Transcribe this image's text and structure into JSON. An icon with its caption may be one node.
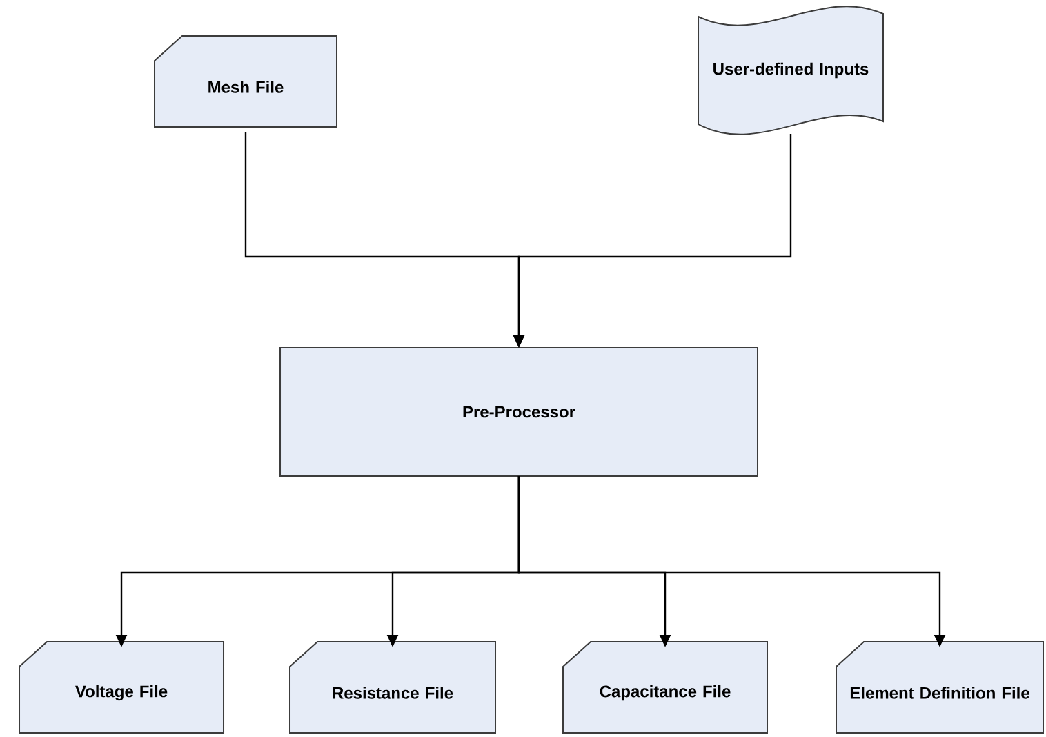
{
  "diagram": {
    "nodes": [
      {
        "text": [
          "Mesh File"
        ]
      },
      {
        "text": [
          "User-defined Inputs"
        ]
      },
      {
        "text": [
          "Pre-Processor"
        ]
      },
      {
        "text": [
          "Voltage File"
        ]
      },
      {
        "text": [
          "Resistance File"
        ]
      },
      {
        "text": [
          "Capacitance File"
        ]
      },
      {
        "text": [
          "Element Definition File"
        ]
      }
    ],
    "edges": [
      {
        "from": 0,
        "to": 2,
        "arrow": "to"
      },
      {
        "from": 1,
        "to": 2,
        "arrow": "to"
      },
      {
        "from": 2,
        "to": 3,
        "arrow": "to"
      },
      {
        "from": 2,
        "to": 4,
        "arrow": "to"
      },
      {
        "from": 2,
        "to": 5,
        "arrow": "to"
      },
      {
        "from": 2,
        "to": 6,
        "arrow": "to"
      }
    ]
  }
}
